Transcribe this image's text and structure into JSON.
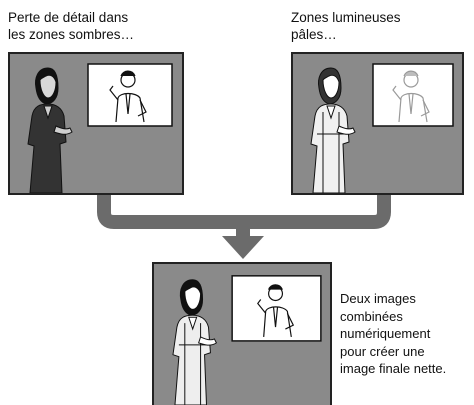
{
  "captions": {
    "left": "Perte de détail dans\nles zones sombres…",
    "right": "Zones lumineuses\npâles…",
    "result": "Deux images\ncombinées\nnumériquement\npour créer une\nimage finale nette."
  },
  "colors": {
    "panel_bg": "#8a8a8a",
    "arrow": "#6b6b6b",
    "frame_white": "#ffffff",
    "figure_dark": "#1a1a1a",
    "figure_light": "#9a9a9a"
  },
  "icons": [
    "woman-figure-icon",
    "man-figure-icon",
    "merge-arrow-icon"
  ]
}
